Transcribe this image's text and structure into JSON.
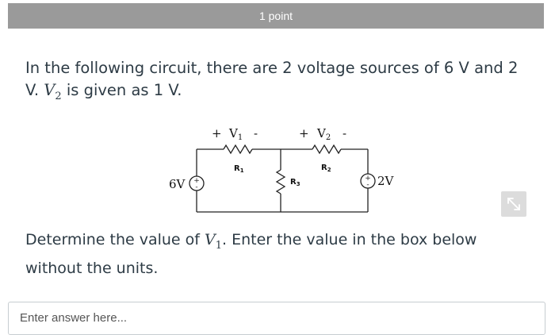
{
  "header": {
    "points": "1 point"
  },
  "question": {
    "text_before": "In the following circuit, there are 2 voltage sources of 6 V and 2 V.",
    "var": "V",
    "var_sub": "2",
    "text_after": "is given as 1 V."
  },
  "circuit": {
    "v1_plus": "+",
    "v1_label": "V",
    "v1_sub": "1",
    "v1_minus": "-",
    "v2_plus": "+",
    "v2_label": "V",
    "v2_sub": "2",
    "v2_minus": "-",
    "r1": "R",
    "r1_sub": "1",
    "r2": "R",
    "r2_sub": "2",
    "r3": "R",
    "r3_sub": "3",
    "source_left": "6V",
    "source_right": "2V"
  },
  "prompt": {
    "text_before": "Determine the value of",
    "var": "V",
    "var_sub": "1",
    "text_after": ". Enter the value in the box below without the units."
  },
  "answer": {
    "placeholder": "Enter answer here..."
  },
  "icons": {
    "expand": "expand-arrows-icon"
  }
}
